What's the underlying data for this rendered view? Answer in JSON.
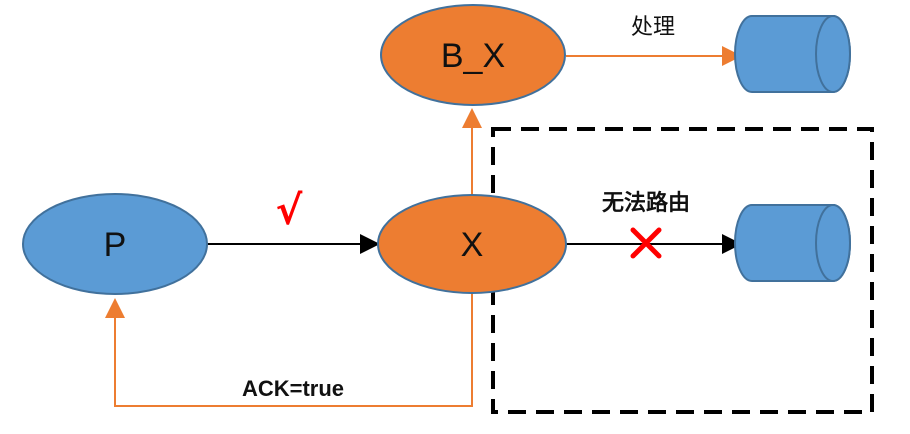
{
  "nodes": {
    "p": {
      "label": "P"
    },
    "x": {
      "label": "X"
    },
    "b_x": {
      "label": "B_X"
    }
  },
  "edges": {
    "b_x_to_queue": {
      "label": "处理"
    },
    "x_to_queue": {
      "label": "无法路由",
      "status": "blocked"
    },
    "p_to_x": {
      "status": "ok"
    },
    "ack": {
      "label": "ACK=true"
    }
  },
  "marks": {
    "ok": "√"
  },
  "colors": {
    "producer": "#5b9bd5",
    "exchange": "#ed7d31",
    "queue": "#5b9bd5",
    "border": "#41719c",
    "orange_line": "#ed7d31",
    "black_line": "#000000",
    "ok_mark": "#ff0000",
    "fail_mark": "#ff0000"
  }
}
